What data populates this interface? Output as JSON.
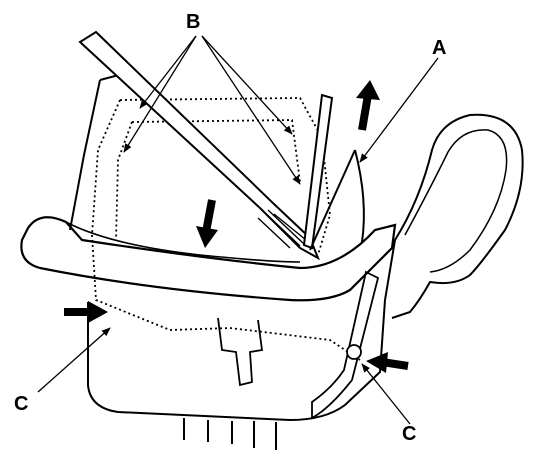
{
  "labels": {
    "b": "B",
    "a": "A",
    "c_left": "C",
    "c_right": "C"
  },
  "colors": {
    "ink": "#000000",
    "paper": "#ffffff"
  }
}
